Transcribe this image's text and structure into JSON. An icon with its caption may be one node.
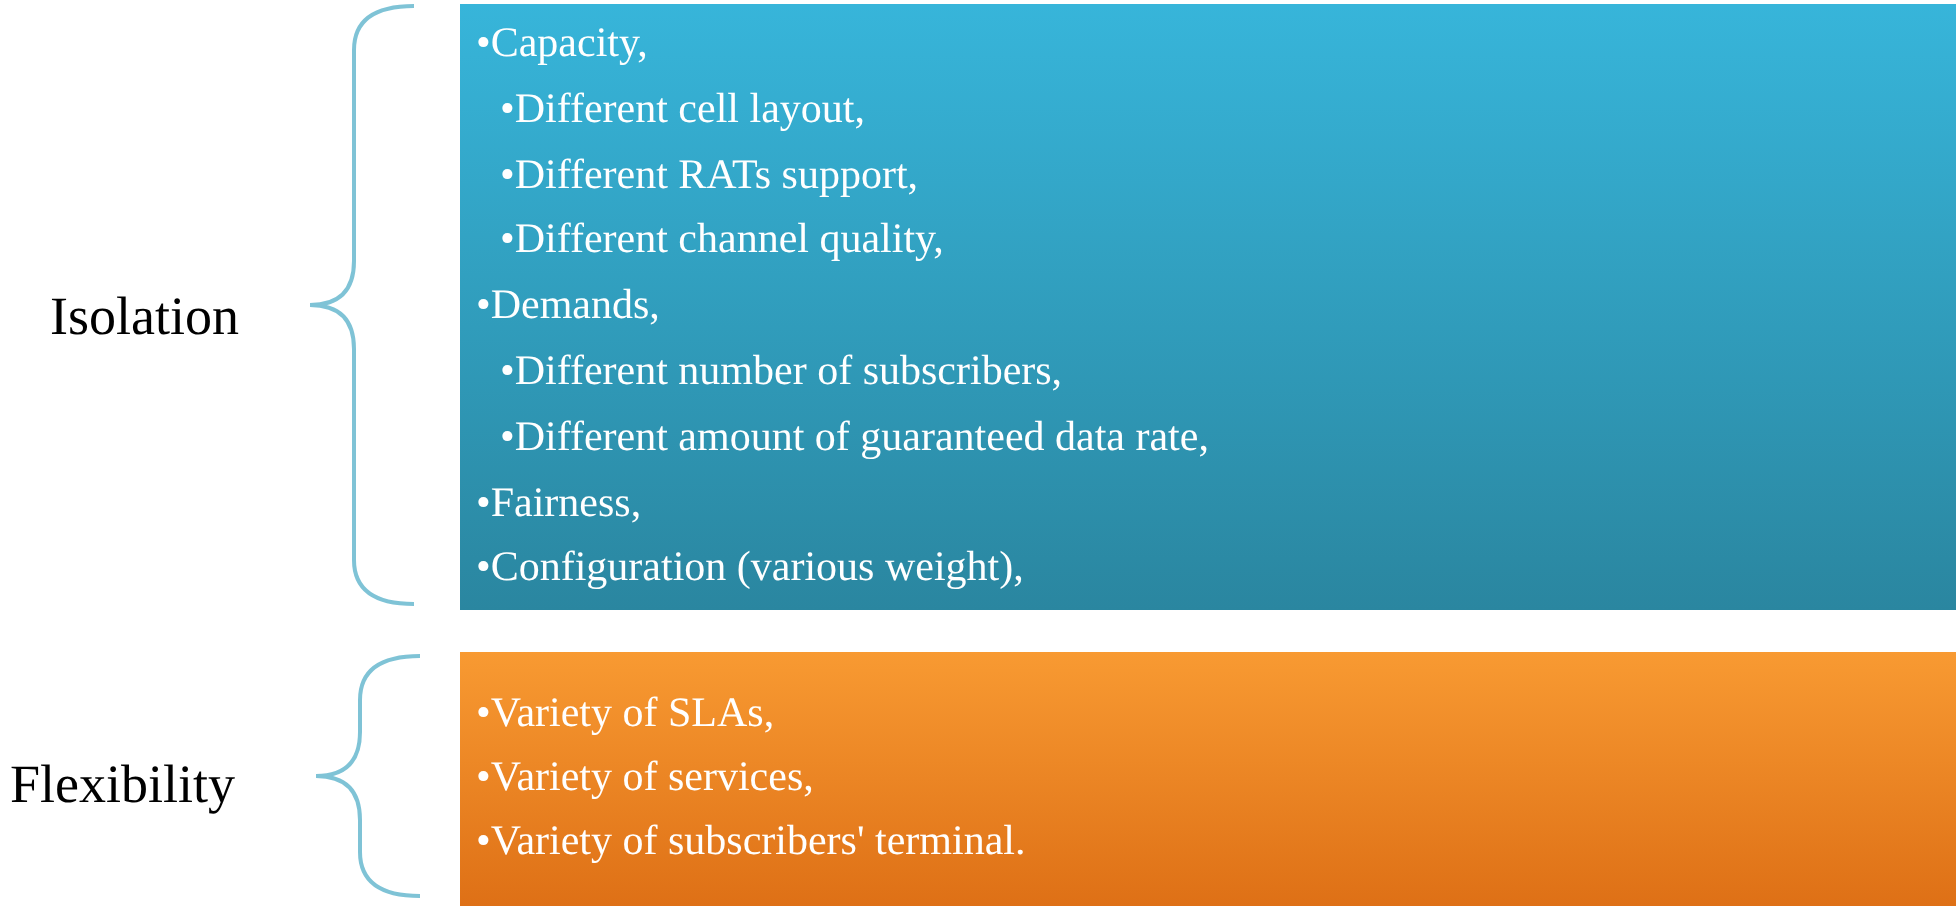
{
  "diagram": {
    "nodes": [
      {
        "text": [
          "•Capacity,",
          "•Different cell layout,",
          "•Different RATs support,",
          "•Different channel quality,",
          "•Demands,",
          "•Different number of subscribers,",
          "•Different amount of guaranteed data rate,",
          "•Fairness,",
          "•Configuration (various weight),"
        ]
      },
      {
        "text": [
          "•Variety of SLAs,",
          "•Variety of services,",
          "•Variety of subscribers' terminal."
        ]
      }
    ],
    "labels": [
      "Isolation",
      "Flexibility"
    ]
  }
}
